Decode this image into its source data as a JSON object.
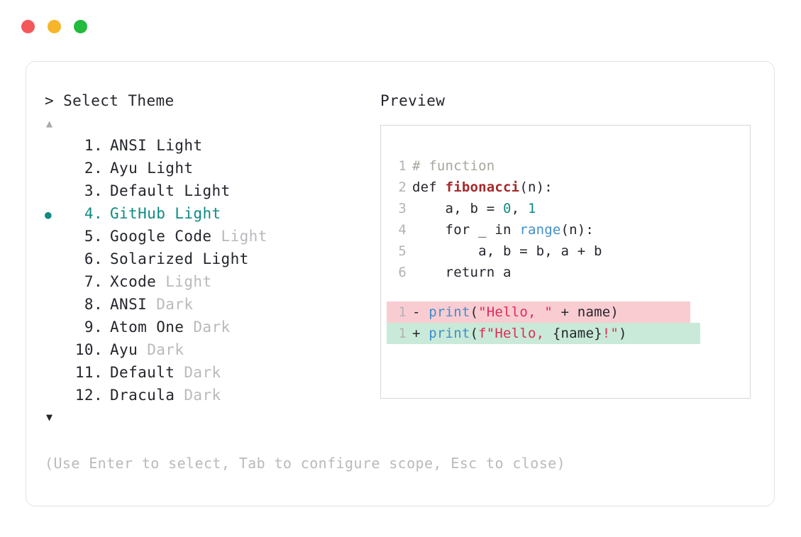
{
  "window": {
    "dots": [
      {
        "name": "close-dot",
        "color": "#f4575a"
      },
      {
        "name": "minimize-dot",
        "color": "#f7b52a"
      },
      {
        "name": "maximize-dot",
        "color": "#22bb3d"
      }
    ]
  },
  "left": {
    "prompt": "> Select Theme",
    "scroll_up_icon": "▲",
    "scroll_down_icon": "▼",
    "selected_index": 4,
    "bullet_icon": "●",
    "items": [
      {
        "num": "1.",
        "name": "ANSI",
        "variant": "Light",
        "variant_muted": false,
        "selected": false
      },
      {
        "num": "2.",
        "name": "Ayu",
        "variant": "Light",
        "variant_muted": false,
        "selected": false
      },
      {
        "num": "3.",
        "name": "Default",
        "variant": "Light",
        "variant_muted": false,
        "selected": false
      },
      {
        "num": "4.",
        "name": "GitHub",
        "variant": "Light",
        "variant_muted": false,
        "selected": true
      },
      {
        "num": "5.",
        "name": "Google Code",
        "variant": "Light",
        "variant_muted": true,
        "selected": false
      },
      {
        "num": "6.",
        "name": "Solarized",
        "variant": "Light",
        "variant_muted": false,
        "selected": false
      },
      {
        "num": "7.",
        "name": "Xcode",
        "variant": "Light",
        "variant_muted": true,
        "selected": false
      },
      {
        "num": "8.",
        "name": "ANSI",
        "variant": "Dark",
        "variant_muted": true,
        "selected": false
      },
      {
        "num": "9.",
        "name": "Atom One",
        "variant": "Dark",
        "variant_muted": true,
        "selected": false
      },
      {
        "num": "10.",
        "name": "Ayu",
        "variant": "Dark",
        "variant_muted": true,
        "selected": false
      },
      {
        "num": "11.",
        "name": "Default",
        "variant": "Dark",
        "variant_muted": true,
        "selected": false
      },
      {
        "num": "12.",
        "name": "Dracula",
        "variant": "Dark",
        "variant_muted": true,
        "selected": false
      }
    ],
    "hint": "(Use Enter to select, Tab to configure scope, Esc to close)"
  },
  "right": {
    "label": "Preview",
    "code_lines": [
      {
        "gutter": "1",
        "tokens": [
          {
            "t": "# function",
            "c": "tok-comment"
          }
        ]
      },
      {
        "gutter": "2",
        "tokens": [
          {
            "t": "def ",
            "c": "tok-plain"
          },
          {
            "t": "fibonacci",
            "c": "tok-func"
          },
          {
            "t": "(n):",
            "c": "tok-plain"
          }
        ]
      },
      {
        "gutter": "3",
        "tokens": [
          {
            "t": "    a, b = ",
            "c": "tok-plain"
          },
          {
            "t": "0",
            "c": "tok-num"
          },
          {
            "t": ", ",
            "c": "tok-plain"
          },
          {
            "t": "1",
            "c": "tok-num"
          }
        ]
      },
      {
        "gutter": "4",
        "tokens": [
          {
            "t": "    for _ in ",
            "c": "tok-plain"
          },
          {
            "t": "range",
            "c": "tok-builtin"
          },
          {
            "t": "(n):",
            "c": "tok-plain"
          }
        ]
      },
      {
        "gutter": "5",
        "tokens": [
          {
            "t": "        a, b = b, a + b",
            "c": "tok-plain"
          }
        ]
      },
      {
        "gutter": "6",
        "tokens": [
          {
            "t": "    return a",
            "c": "tok-plain"
          }
        ]
      }
    ],
    "diff_lines": [
      {
        "kind": "del",
        "gutter": "1",
        "sign": "-",
        "tokens": [
          {
            "t": "print",
            "c": "tok-builtin"
          },
          {
            "t": "(",
            "c": "tok-plain"
          },
          {
            "t": "\"Hello, \"",
            "c": "tok-string"
          },
          {
            "t": " + name)",
            "c": "tok-plain"
          }
        ]
      },
      {
        "kind": "add",
        "gutter": "1",
        "sign": "+",
        "tokens": [
          {
            "t": "print",
            "c": "tok-builtin"
          },
          {
            "t": "(",
            "c": "tok-plain"
          },
          {
            "t": "f\"Hello, ",
            "c": "tok-string"
          },
          {
            "t": "{name}",
            "c": "tok-plain"
          },
          {
            "t": "!\"",
            "c": "tok-string"
          },
          {
            "t": ")",
            "c": "tok-plain"
          }
        ]
      }
    ]
  },
  "colors": {
    "accent_teal": "#0f8b82",
    "muted_gray": "#b9babd",
    "text_dark": "#24262c",
    "diff_del_bg": "#f9ccd2",
    "diff_add_bg": "#c9ead8",
    "card_border": "#e2e2e4"
  }
}
